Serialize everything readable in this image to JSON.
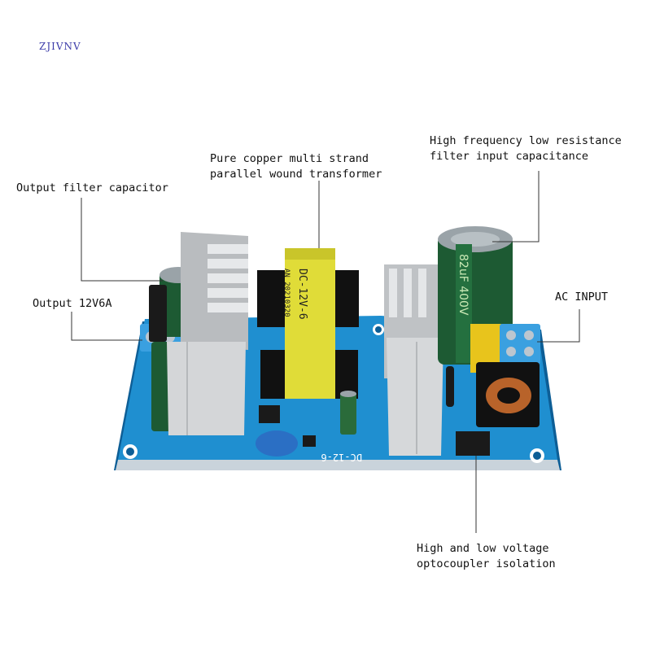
{
  "brand": {
    "watermark": "ZJIVNV"
  },
  "callouts": {
    "output_filter_capacitor": "Output filter capacitor",
    "output_12v6a": "Output 12V6A",
    "transformer_line1": "Pure copper multi strand",
    "transformer_line2": "parallel wound transformer",
    "input_cap_line1": "High frequency low resistance",
    "input_cap_line2": "filter input capacitance",
    "ac_input": "AC INPUT",
    "optocoupler_line1": "High and low voltage",
    "optocoupler_line2": "optocoupler isolation"
  },
  "board_markings": {
    "transformer_label": "DC-12V-6",
    "transformer_code": "AN 20210320",
    "board_model": "DC-12-6",
    "input_cap_rating": "82uF 400V"
  },
  "colors": {
    "pcb": "#1f8fd0",
    "pcb_dark": "#0d5e96",
    "transformer_tape": "#e0dc38",
    "heatsink": "#d4d6d8",
    "capacitor_green": "#1d5a33",
    "terminal_block": "#3aa0e0",
    "leader_line": "#333333"
  }
}
